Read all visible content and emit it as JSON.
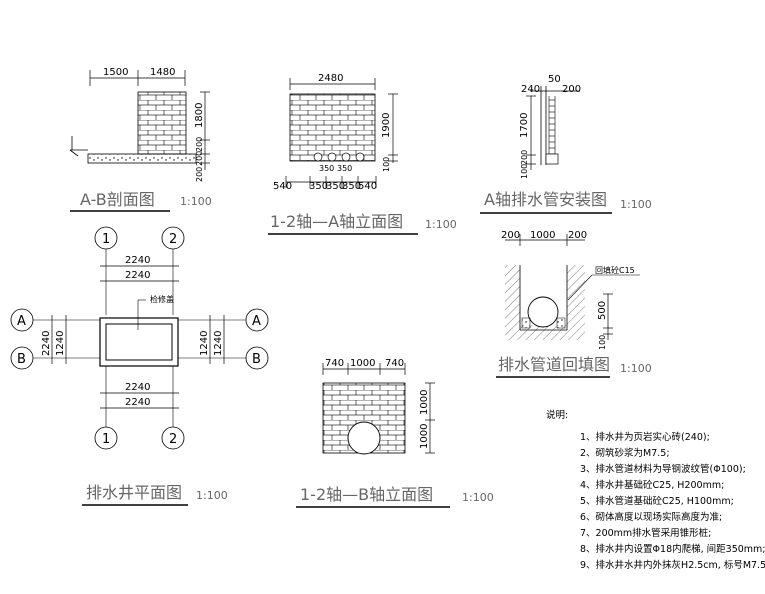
{
  "views": {
    "ab_section": {
      "title": "A-B剖面图",
      "scale": "1:100",
      "dims_top": [
        "1500",
        "1480"
      ],
      "dims_right": [
        "1800",
        "200",
        "200",
        "200"
      ]
    },
    "elev_12a": {
      "title": "1-2轴—A轴立面图",
      "scale": "1:100",
      "dim_top": "2480",
      "dims_right": [
        "1900",
        "100"
      ],
      "dims_bottom_upper": [
        "350",
        "350"
      ],
      "dims_bottom": [
        "540",
        "350",
        "350",
        "350",
        "540"
      ]
    },
    "pipe_install": {
      "title": "A轴排水管安装图",
      "scale": "1:100",
      "dims_top": [
        "240",
        "50",
        "200"
      ],
      "dims_left": [
        "1700",
        "200",
        "100"
      ]
    },
    "plan": {
      "title": "排水井平面图",
      "scale": "1:100",
      "axis_top": [
        "1",
        "2"
      ],
      "axis_bottom": [
        "1",
        "2"
      ],
      "axis_left": [
        "A",
        "B"
      ],
      "axis_right": [
        "A",
        "B"
      ],
      "dims_top": [
        "2240",
        "2240"
      ],
      "dims_bottom": [
        "2240",
        "2240"
      ],
      "dims_left": [
        "2240",
        "1240"
      ],
      "dims_right": [
        "1240",
        "1240"
      ],
      "label_cover": "检修盖"
    },
    "backfill": {
      "title": "排水管道回填图",
      "scale": "1:100",
      "dims_top": [
        "200",
        "1000",
        "200"
      ],
      "dims_right": [
        "500",
        "100"
      ],
      "label": "回填砼C15"
    },
    "elev_12b": {
      "title": "1-2轴—B轴立面图",
      "scale": "1:100",
      "dims_top": [
        "740",
        "1000",
        "740"
      ],
      "dims_right": [
        "1000",
        "1000"
      ]
    }
  },
  "notes": {
    "heading": "说明:",
    "items": [
      "1、排水井为页岩实心砖(240);",
      "2、砌筑砂浆为M7.5;",
      "3、排水管道材料为导钢波纹管(Φ100);",
      "4、排水井基础砼C25, H200mm;",
      "5、排水管道基础砼C25, H100mm;",
      "6、砌体高度以现场实际高度为准;",
      "7、200mm排水管采用锥形桩;",
      "8、排水井内设置Φ18内爬梯, 间距350mm;",
      "9、排水井水井内外抹灰H2.5cm, 标号M7.5;"
    ]
  }
}
